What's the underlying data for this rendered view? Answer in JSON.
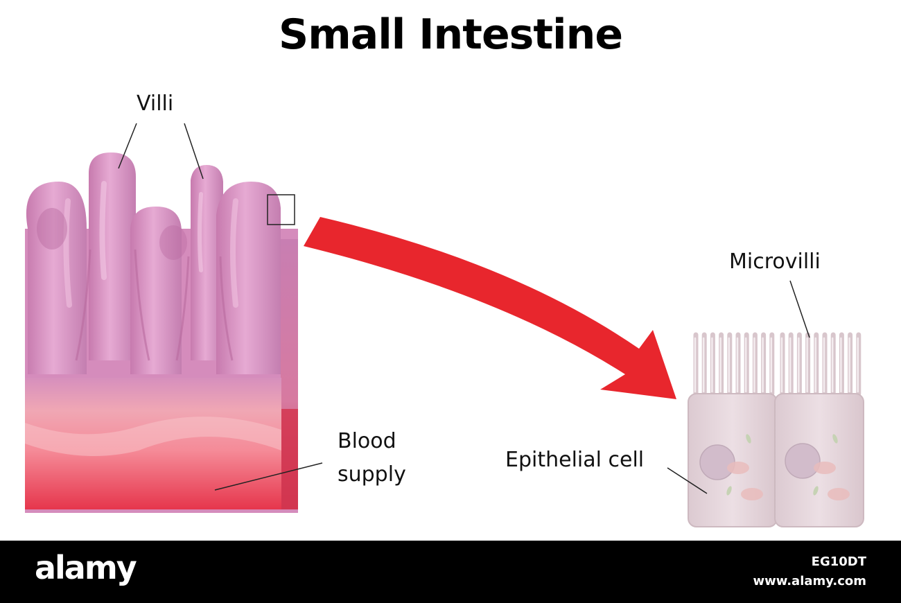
{
  "title": "Small Intestine",
  "labels": {
    "villi": "Villi",
    "microvilli": "Microvilli",
    "blood_line1": "Blood",
    "blood_line2": "supply",
    "epithelial": "Epithelial cell"
  },
  "colors": {
    "tissue": "#d68fbd",
    "blood_light": "#f2a3ad",
    "blood_dark": "#e23a4e",
    "arrow": "#e8262d",
    "cell": "#e6d3da",
    "cell_border": "#cbb7be"
  },
  "footer": {
    "brand": "alamy",
    "image_id": "EG10DT",
    "site": "www.alamy.com"
  }
}
